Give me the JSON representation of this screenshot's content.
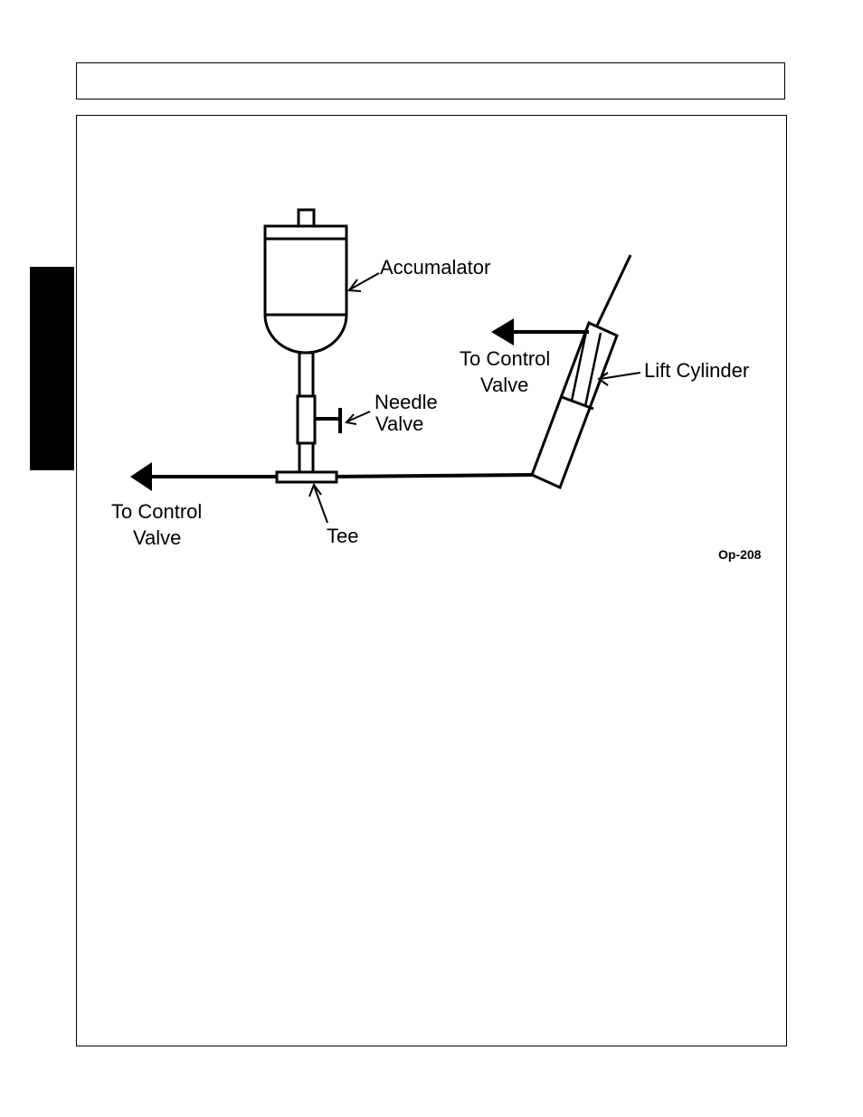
{
  "diagram": {
    "labels": {
      "accumulator": "Accumalator",
      "needle_valve_line1": "Needle",
      "needle_valve_line2": "Valve",
      "lift_cylinder": "Lift Cylinder",
      "control_valve_right_line1": "To Control",
      "control_valve_right_line2": "Valve",
      "control_valve_left_line1": "To Control",
      "control_valve_left_line2": "Valve",
      "tee": "Tee"
    },
    "figure_code": "Op-208"
  }
}
